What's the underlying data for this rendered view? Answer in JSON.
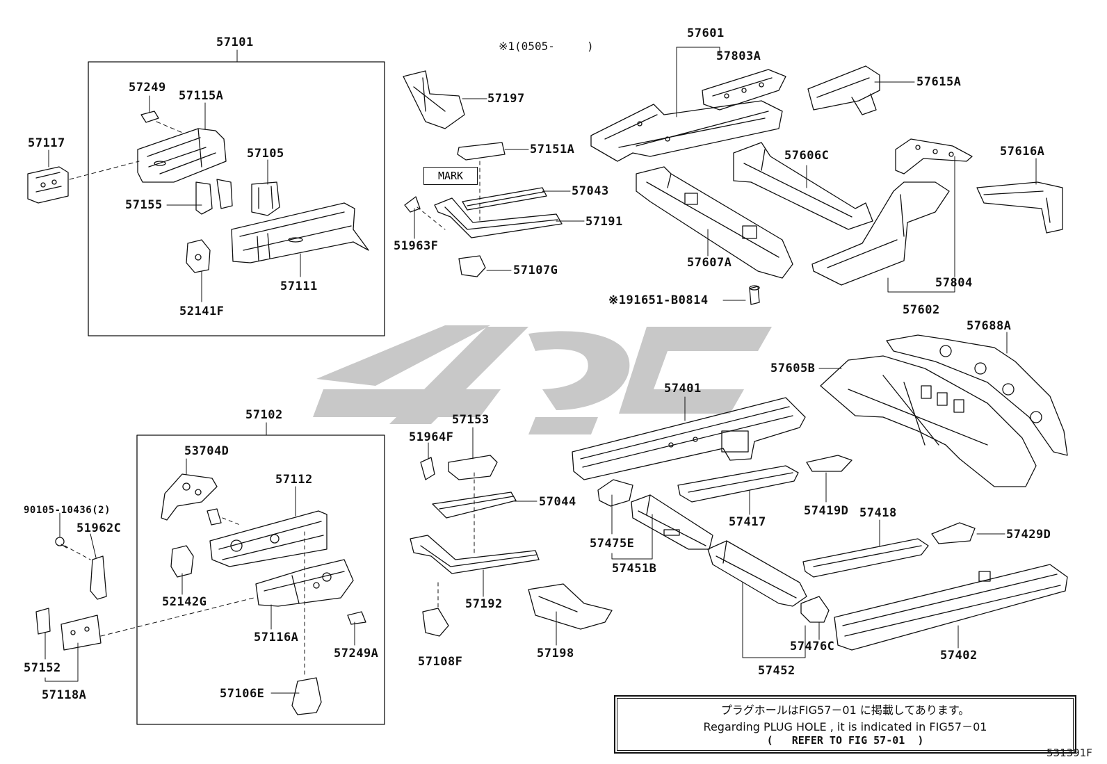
{
  "diagram": {
    "group_labels": {
      "g57101": "57101",
      "g57102": "57102"
    },
    "labels": {
      "p57249": "57249",
      "p57115A": "57115A",
      "p57117": "57117",
      "p57105": "57105",
      "p57155": "57155",
      "p57111": "57111",
      "p52141F": "52141F",
      "p57197": "57197",
      "p57151A": "57151A",
      "p57043": "57043",
      "p57191": "57191",
      "p51963F": "51963F",
      "p57107G": "57107G",
      "p57601": "57601",
      "p57803A": "57803A",
      "p57615A": "57615A",
      "p57606C": "57606C",
      "p57616A": "57616A",
      "p57607A": "57607A",
      "p57804": "57804",
      "p57602": "57602",
      "p191651": "※191651-B0814",
      "p57688A": "57688A",
      "p57605B": "57605B",
      "p57401": "57401",
      "p57417": "57417",
      "p57419D": "57419D",
      "p57418": "57418",
      "p57429D": "57429D",
      "p57475E": "57475E",
      "p57451B": "57451B",
      "p57452": "57452",
      "p57476C": "57476C",
      "p57402": "57402",
      "p57153": "57153",
      "p51964F": "51964F",
      "p57044": "57044",
      "p57192": "57192",
      "p57108F": "57108F",
      "p57198": "57198",
      "p53704D": "53704D",
      "p57112": "57112",
      "p90105": "90105-10436(2)",
      "p51962C": "51962C",
      "p52142G": "52142G",
      "p57116A": "57116A",
      "p57249A": "57249A",
      "p57152": "57152",
      "p57118A": "57118A",
      "p57106E": "57106E"
    },
    "mark_label": "MARK",
    "period_note": "※1(0505-",
    "period_close": ")",
    "note": {
      "line1": "プラグホールはFIG57－01 に掲載してあります。",
      "line2": "Regarding PLUG HOLE , it is indicated in FIG57－01",
      "line3_open": "(",
      "line3_text": "REFER TO FIG 57-01",
      "line3_close": ")"
    },
    "figure_id": "531391F"
  },
  "colors": {
    "ink": "#111111",
    "watermark": "#c8c8c8"
  }
}
